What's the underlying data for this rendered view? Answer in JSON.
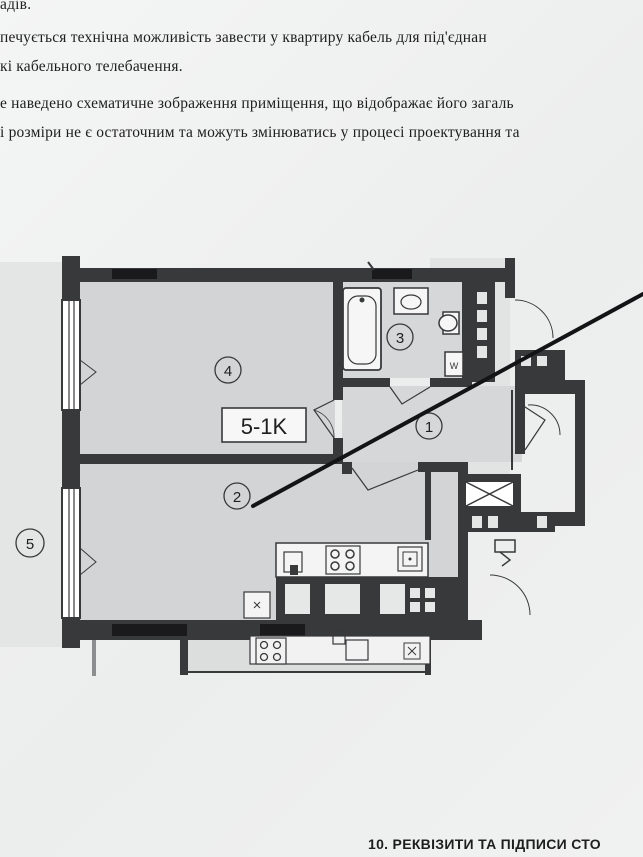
{
  "document": {
    "lines": [
      "адів.",
      "печується технічна можливість завести у квартиру кабель для під'єднан",
      "кі кабельного телебачення.",
      "е наведено схематичне зображення приміщення, що відображає його загаль",
      "і розміри не є остаточним та можуть змінюватись у процесі проектування та"
    ],
    "footer_heading": "10. РЕКВІЗИТИ ТА ПІДПИСИ СТО"
  },
  "floor_plan": {
    "apartment_label": "5-1K",
    "room_numbers": [
      "1",
      "2",
      "3",
      "4",
      "5"
    ],
    "appliance_mark": "W"
  },
  "colors": {
    "wall": "#38393b",
    "room_fill": "#d3d4d5",
    "balcony_fill": "#dcdddd",
    "outside_fill": "#e4e5e5",
    "pen_line": "#121416"
  }
}
